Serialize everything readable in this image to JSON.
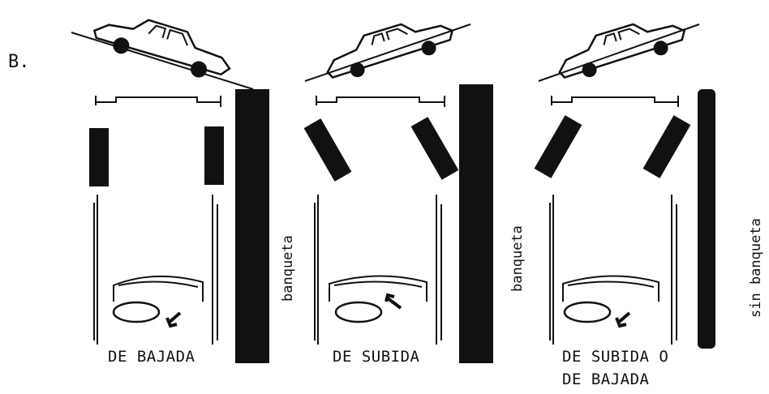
{
  "section": {
    "label": "B."
  },
  "panels": [
    {
      "caption_line1": "DE BAJADA",
      "caption_line2": "",
      "side_label": "banqueta"
    },
    {
      "caption_line1": "DE SUBIDA",
      "caption_line2": "",
      "side_label": ""
    },
    {
      "caption_line1": "DE SUBIDA O",
      "caption_line2": "DE BAJADA",
      "side_label_left": "banqueta",
      "side_label_right": "sin banqueta"
    }
  ],
  "colors": {
    "ink": "#111111",
    "paper": "#ffffff"
  }
}
